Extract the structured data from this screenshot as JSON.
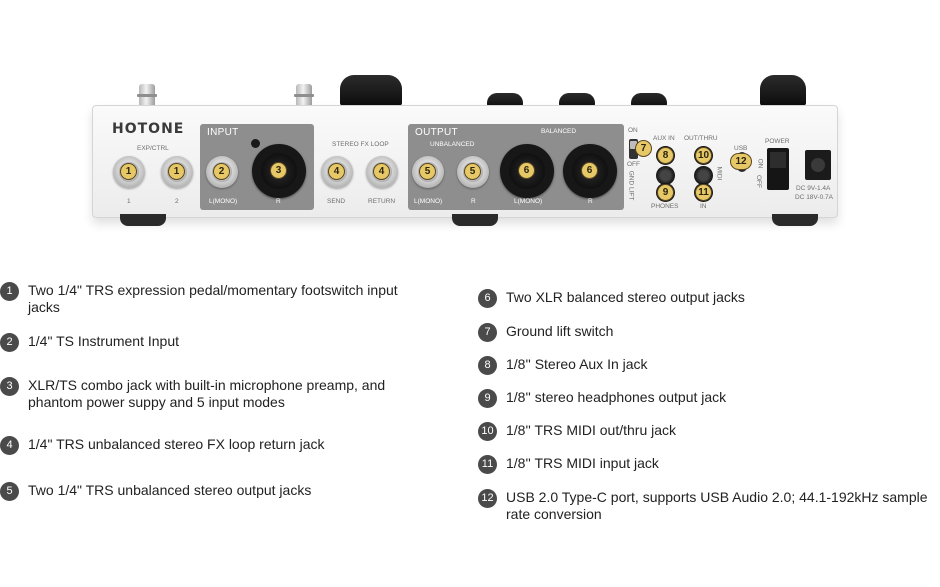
{
  "device": {
    "brand": "HOTONE",
    "exp_ctrl": {
      "label": "EXP/CTRL",
      "jack_labels": [
        "1",
        "2"
      ],
      "badges": [
        "1",
        "1"
      ]
    },
    "input": {
      "title": "INPUT",
      "jack_labels": [
        "L(MONO)",
        "R"
      ],
      "badges": [
        "2",
        "3"
      ]
    },
    "fx_loop": {
      "title": "STEREO FX LOOP",
      "jack_labels": [
        "SEND",
        "RETURN"
      ],
      "badges": [
        "4",
        "4"
      ]
    },
    "output": {
      "title": "OUTPUT",
      "unbalanced_label": "UNBALANCED",
      "balanced_label": "BALANCED",
      "jack_labels": [
        "L(MONO)",
        "R",
        "L(MONO)",
        "R"
      ],
      "badges": [
        "5",
        "5",
        "6",
        "6"
      ]
    },
    "gnd": {
      "on": "ON",
      "off": "OFF",
      "gnd_lift": "GND LIFT",
      "badge": "7"
    },
    "aux": {
      "aux_in": "AUX IN",
      "phones": "PHONES",
      "badges": [
        "8",
        "9"
      ]
    },
    "midi": {
      "out_thru": "OUT/THRU",
      "in": "IN",
      "midi": "MIDI",
      "badges": [
        "10",
        "11"
      ]
    },
    "usb": {
      "label": "USB",
      "badge": "12"
    },
    "power": {
      "label": "POWER",
      "on": "ON",
      "off": "OFF",
      "dc_line1": "DC 9V-1.4A",
      "dc_line2": "DC 18V-0.7A"
    }
  },
  "legend": {
    "left": [
      {
        "n": "1",
        "text": "Two 1/4\" TRS expression pedal/momentary footswitch input jacks"
      },
      {
        "n": "2",
        "text": "1/4\" TS Instrument Input"
      },
      {
        "n": "3",
        "text": "XLR/TS combo jack with built-in microphone preamp, and phantom power suppy and 5 input modes"
      },
      {
        "n": "4",
        "text": "1/4\" TRS unbalanced stereo FX loop return jack"
      },
      {
        "n": "5",
        "text": "Two 1/4\" TRS unbalanced stereo output jacks"
      }
    ],
    "right": [
      {
        "n": "6",
        "text": "Two XLR balanced stereo output jacks"
      },
      {
        "n": "7",
        "text": "Ground lift switch"
      },
      {
        "n": "8",
        "text": "1/8'' Stereo Aux In jack"
      },
      {
        "n": "9",
        "text": "1/8'' stereo headphones output jack"
      },
      {
        "n": "10",
        "text": "1/8'' TRS MIDI out/thru jack"
      },
      {
        "n": "11",
        "text": "1/8'' TRS MIDI input jack"
      },
      {
        "n": "12",
        "text": "USB 2.0 Type-C port, supports USB Audio 2.0; 44.1-192kHz sample rate conversion"
      }
    ]
  }
}
